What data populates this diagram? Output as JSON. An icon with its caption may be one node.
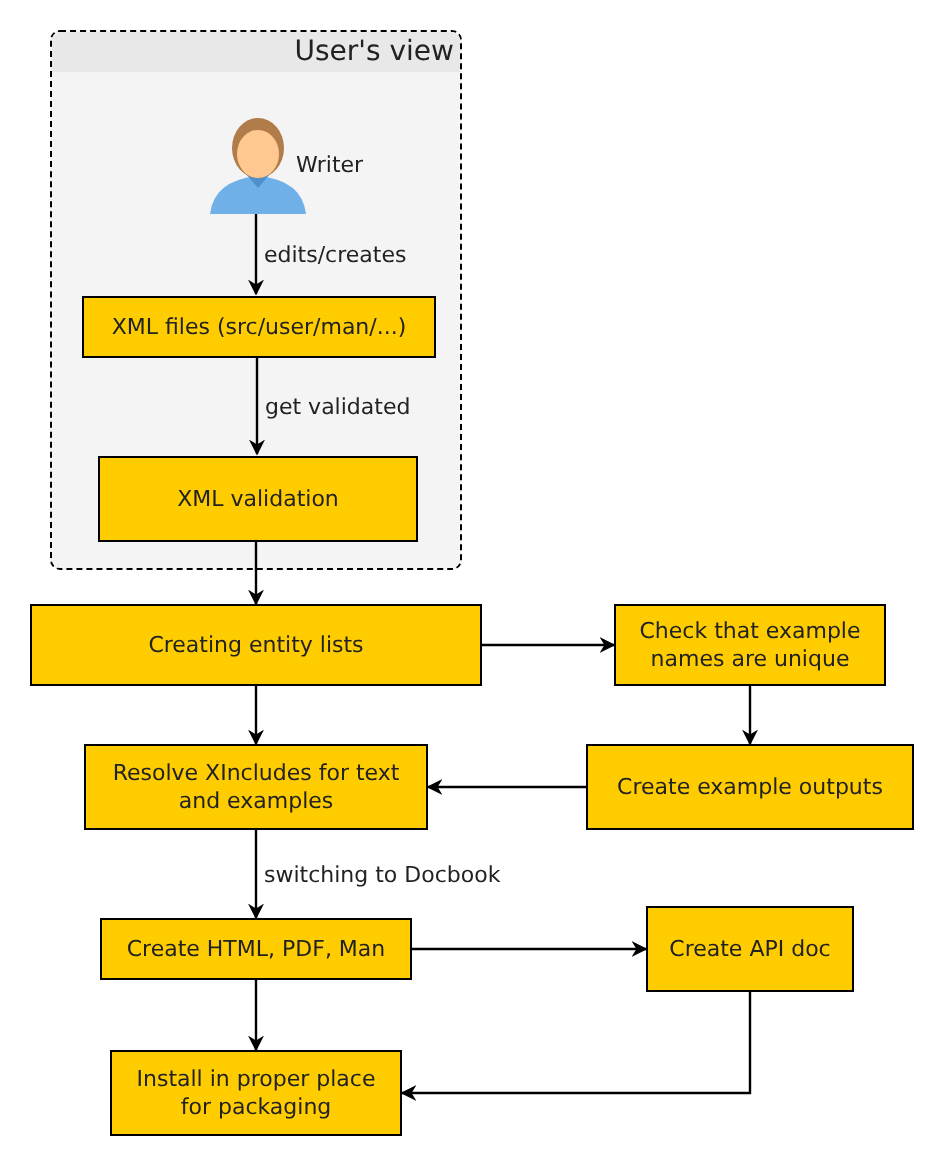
{
  "diagram": {
    "nodes": [
      {
        "text": [
          "User's view"
        ]
      },
      {
        "text": [],
        "shape": "person",
        "beside": [
          "Writer"
        ],
        "in": 0
      },
      {
        "text": [
          "XML files (src/user/man/...)"
        ],
        "in": 0
      },
      {
        "text": [
          "XML validation"
        ],
        "in": 0
      },
      {
        "text": [
          "Creating entity lists"
        ]
      },
      {
        "text": [
          "Check that example names are unique"
        ]
      },
      {
        "text": [
          "Resolve XIncludes for text and examples"
        ]
      },
      {
        "text": [
          "Create example outputs"
        ]
      },
      {
        "text": [
          "Create HTML, PDF, Man"
        ]
      },
      {
        "text": [
          "Create API doc"
        ]
      },
      {
        "text": [
          "Install in proper place for packaging"
        ]
      }
    ],
    "edges": [
      {
        "from": 1,
        "to": 2,
        "arrow": "to",
        "label": "edits/creates"
      },
      {
        "from": 2,
        "to": 3,
        "arrow": "to",
        "label": "get validated"
      },
      {
        "from": 3,
        "to": 4,
        "arrow": "to"
      },
      {
        "from": 4,
        "to": 5,
        "arrow": "to"
      },
      {
        "from": 4,
        "to": 6,
        "arrow": "to"
      },
      {
        "from": 5,
        "to": 7,
        "arrow": "to"
      },
      {
        "from": 7,
        "to": 6,
        "arrow": "to"
      },
      {
        "from": 6,
        "to": 8,
        "arrow": "to",
        "label": "switching to Docbook"
      },
      {
        "from": 8,
        "to": 9,
        "arrow": "to"
      },
      {
        "from": 8,
        "to": 10,
        "arrow": "to"
      },
      {
        "from": 9,
        "to": 10,
        "arrow": "to"
      }
    ]
  }
}
